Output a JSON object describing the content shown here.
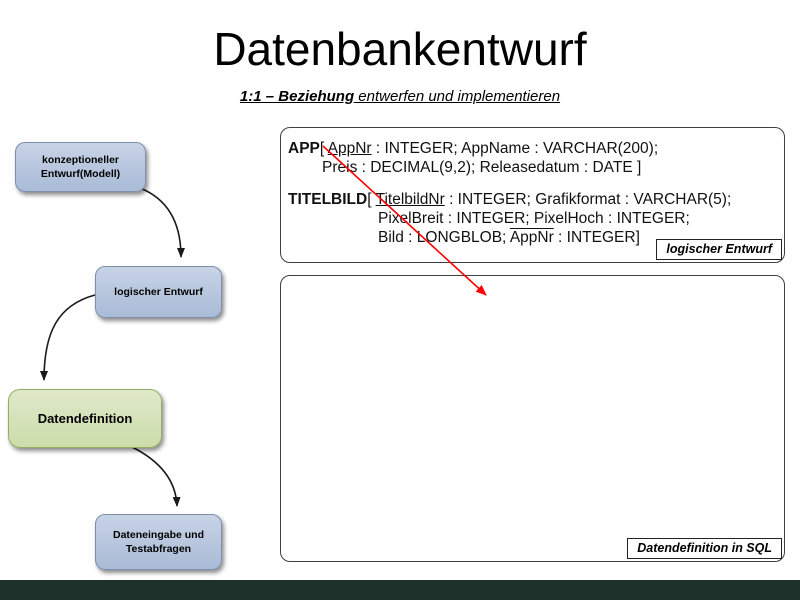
{
  "title": "Datenbankentwurf",
  "subtitle": {
    "emphasis": "1:1 – Beziehung",
    "rest": " entwerfen und implementieren"
  },
  "flowchart": {
    "nodes": [
      {
        "lines": [
          "konzeptioneller",
          "Entwurf(Modell)"
        ]
      },
      {
        "lines": [
          "logischer Entwurf"
        ]
      },
      {
        "lines": [
          "Datendefinition"
        ]
      },
      {
        "lines": [
          "Dateneingabe und",
          "Testabfragen"
        ]
      }
    ]
  },
  "logical_design": {
    "app": {
      "relation": "APP",
      "bracket": "[ ",
      "primary_key": "AppNr",
      "attrs_line1": " : INTEGER; AppName : VARCHAR(200);",
      "attrs_line2": "Preis : DECIMAL(9,2); Releasedatum : DATE ]"
    },
    "titelbild": {
      "relation": "TITELBILD",
      "bracket": "[ ",
      "primary_key": "TitelbildNr",
      "attrs_line1": " : INTEGER; Grafikformat : VARCHAR(5);",
      "attrs_line2": "PixelBreit : INTEGER; PixelHoch : INTEGER;",
      "attrs_line3_pre": "Bild : LONGBLOB; ",
      "foreign_key": "AppNr",
      "attrs_line3_post": " : INTEGER]"
    },
    "tag": "logischer Entwurf"
  },
  "sql_section": {
    "tag": "Datendefinition in SQL"
  },
  "colors": {
    "node_blue": "#b7c5dd",
    "node_green": "#d8e4c0",
    "arrow_black": "#1a1a1a",
    "arrow_red": "#ff0000",
    "footer_bar": "#1d3029"
  }
}
